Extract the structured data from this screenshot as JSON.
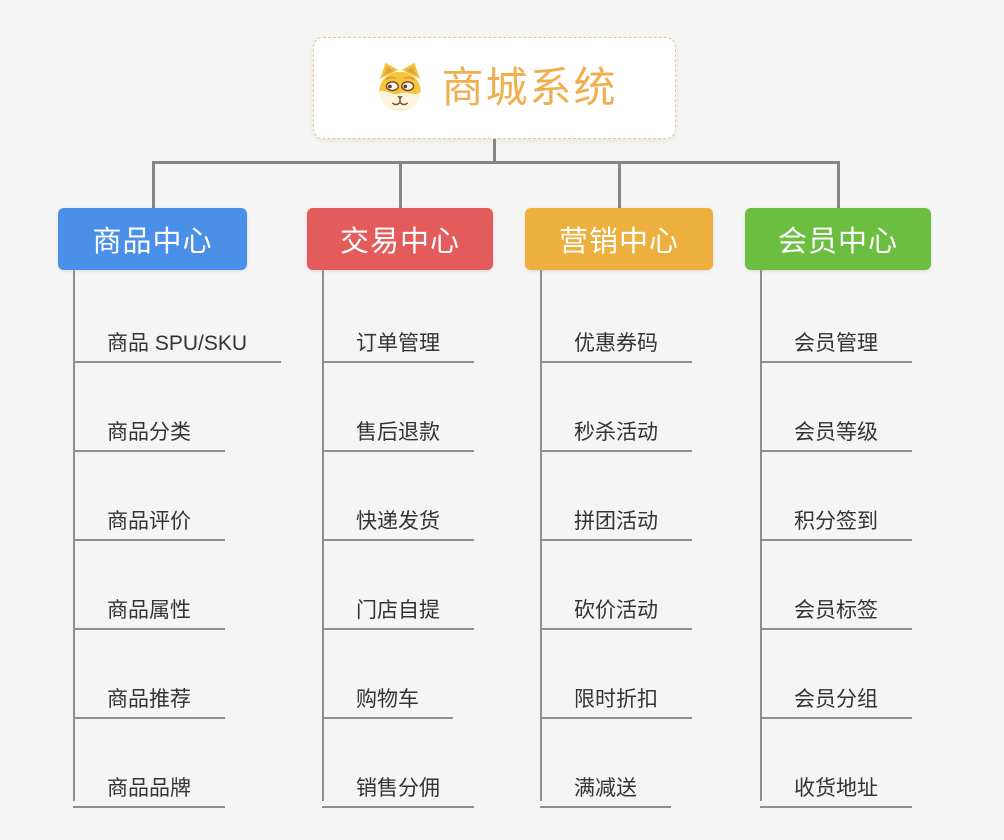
{
  "root": {
    "label": "商城系统",
    "icon": "dog-face-icon"
  },
  "colors": {
    "background": "#F5F5F5",
    "connector": "#868686",
    "underline": "#8F8F8F",
    "child_text": "#333333",
    "root_text": "#F1AE4E",
    "root_border": "#F0C87C",
    "branch_text": "#FFFFFF"
  },
  "branches": [
    {
      "label": "商品中心",
      "color": "#4A90E8",
      "children": [
        "商品 SPU/SKU",
        "商品分类",
        "商品评价",
        "商品属性",
        "商品推荐",
        "商品品牌"
      ]
    },
    {
      "label": "交易中心",
      "color": "#E45B5B",
      "children": [
        "订单管理",
        "售后退款",
        "快递发货",
        "门店自提",
        "购物车",
        "销售分佣"
      ]
    },
    {
      "label": "营销中心",
      "color": "#EDAF3D",
      "children": [
        "优惠券码",
        "秒杀活动",
        "拼团活动",
        "砍价活动",
        "限时折扣",
        "满减送"
      ]
    },
    {
      "label": "会员中心",
      "color": "#6CBE40",
      "children": [
        "会员管理",
        "会员等级",
        "积分签到",
        "会员标签",
        "会员分组",
        "收货地址"
      ]
    }
  ]
}
